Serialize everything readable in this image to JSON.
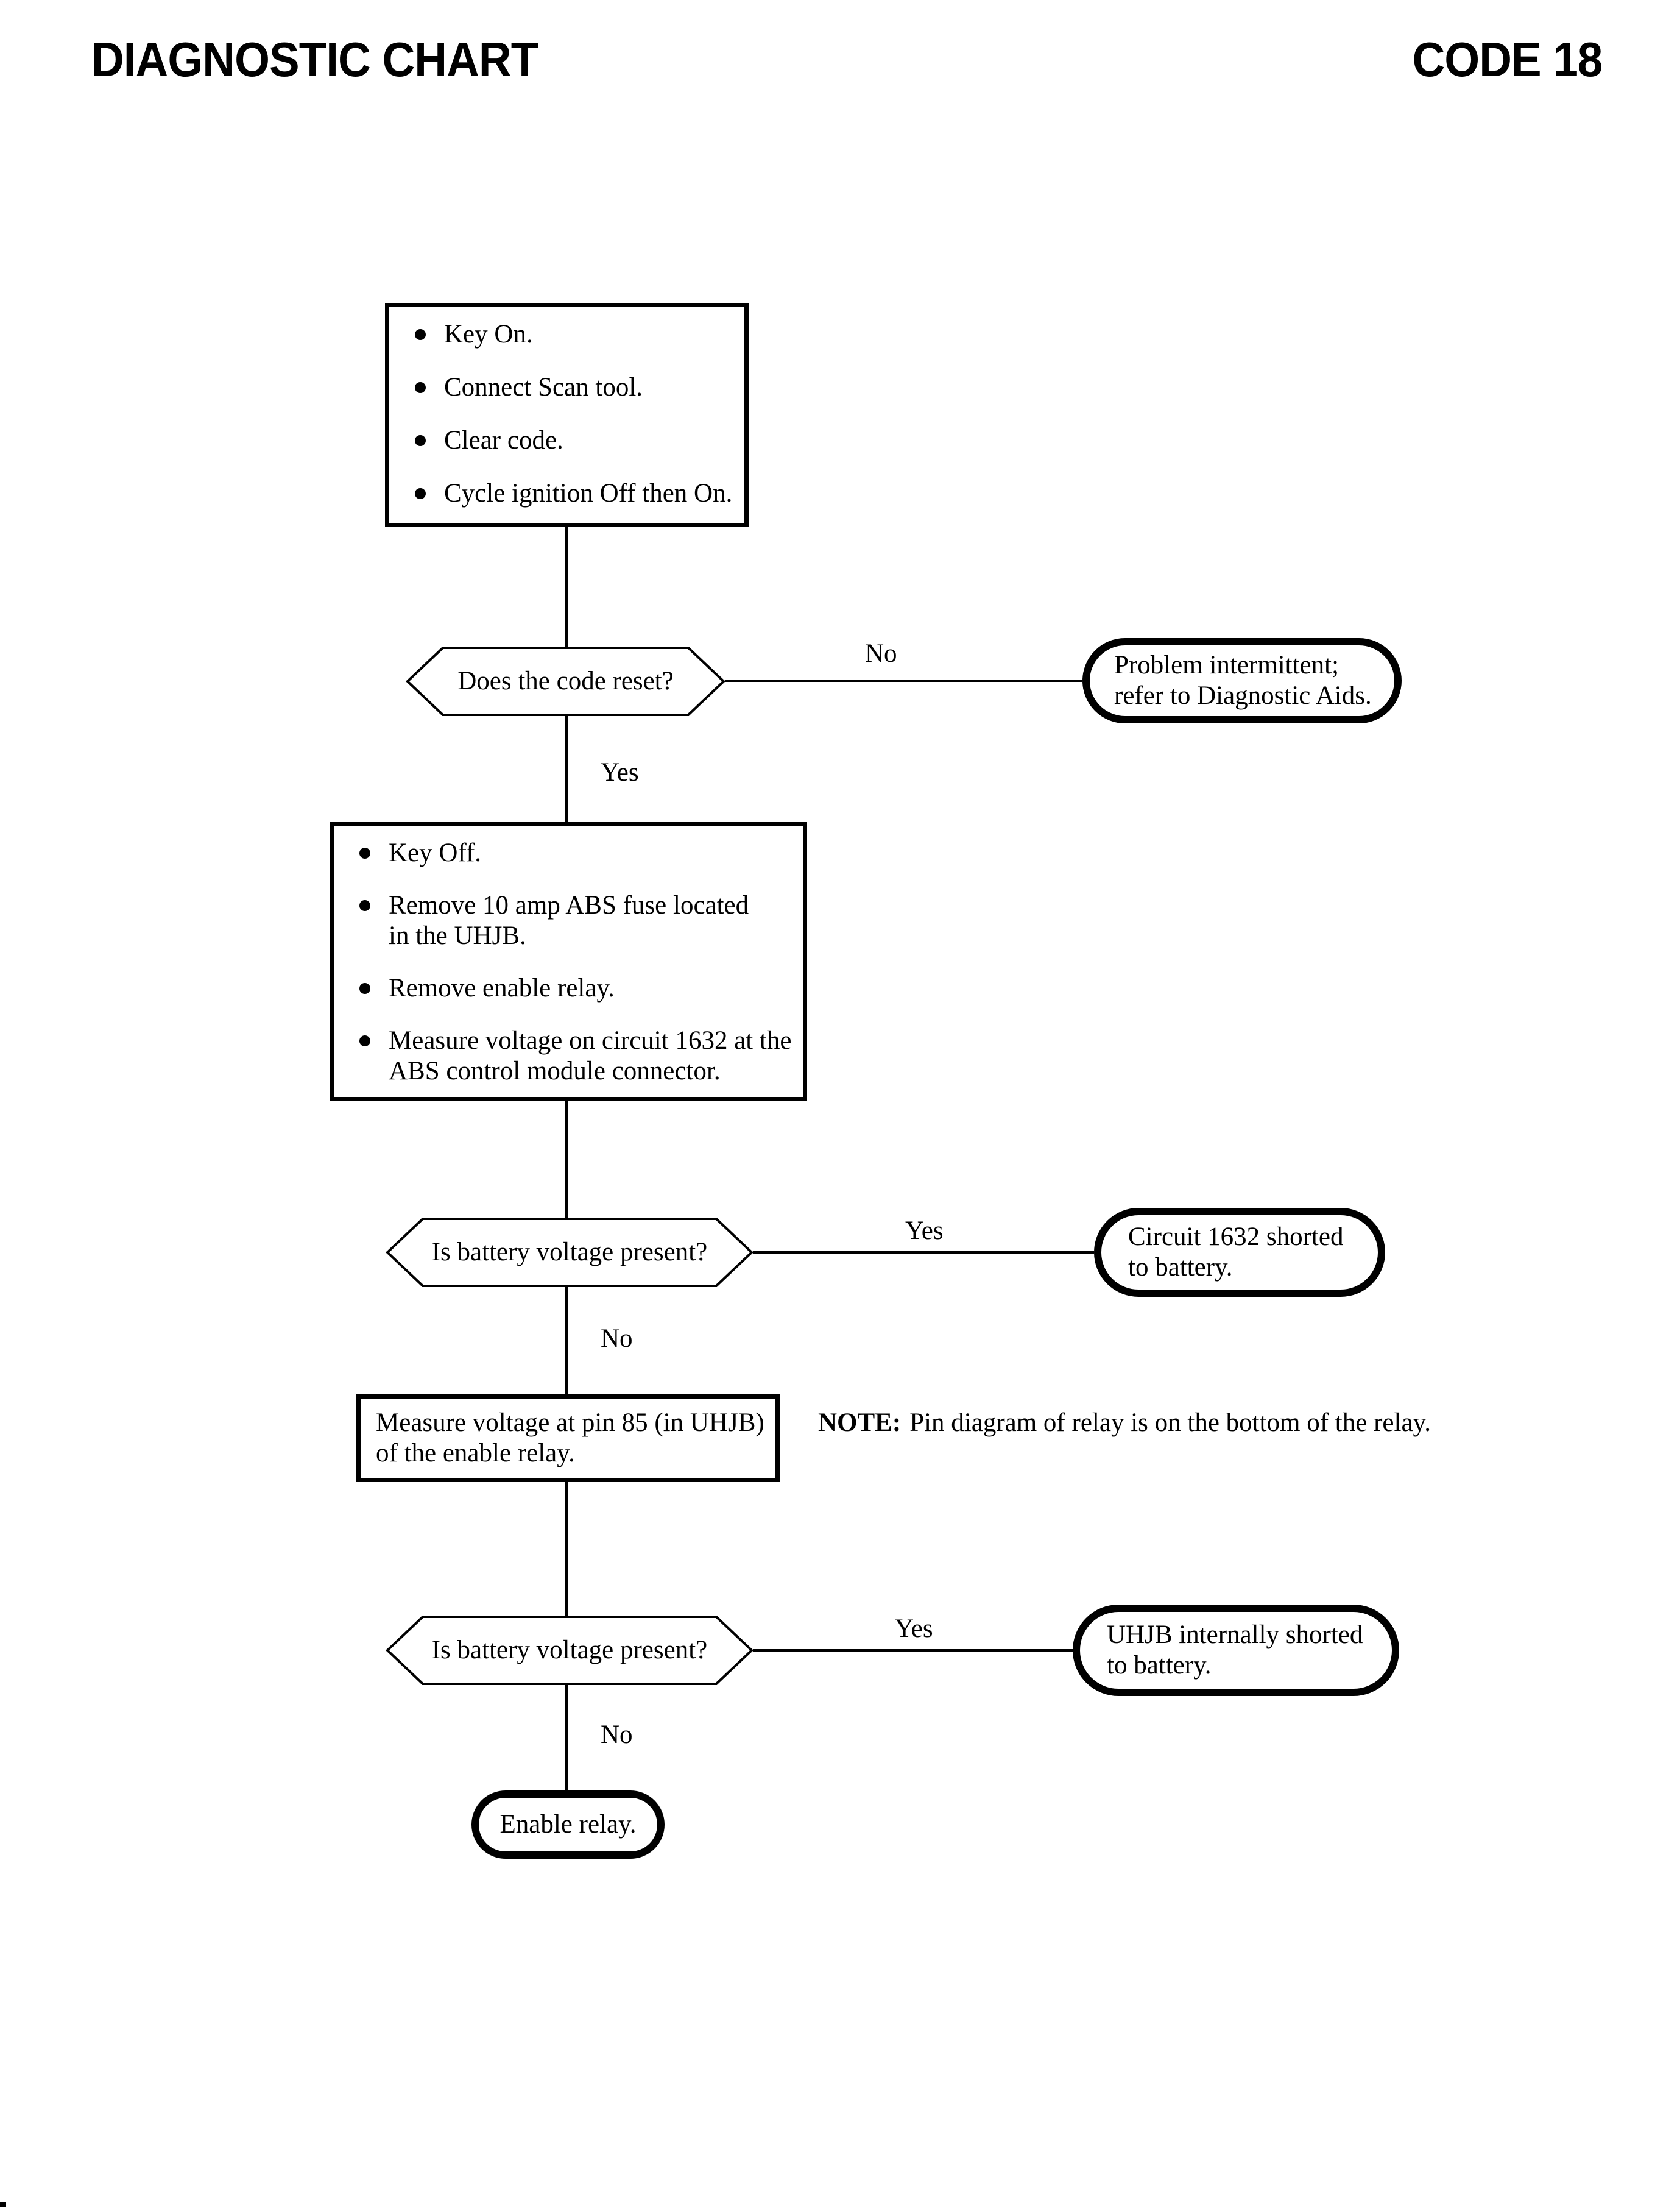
{
  "header": {
    "title": "DIAGNOSTIC CHART",
    "code": "CODE 18"
  },
  "chart": {
    "step1": {
      "items": [
        "Key On.",
        "Connect Scan tool.",
        "Clear code.",
        "Cycle ignition Off then On."
      ]
    },
    "decision1": {
      "question": "Does the code reset?"
    },
    "edge_labels": {
      "decision1_no": "No",
      "decision1_yes": "Yes",
      "decision2_yes": "Yes",
      "decision2_no": "No",
      "decision3_yes": "Yes",
      "decision3_no": "No"
    },
    "result_intermittent": {
      "lines": [
        "Problem intermittent;",
        "refer to Diagnostic Aids."
      ]
    },
    "step2": {
      "items": [
        {
          "lines": [
            "Key Off."
          ]
        },
        {
          "lines": [
            "Remove 10 amp ABS fuse located",
            "in the UHJB."
          ]
        },
        {
          "lines": [
            "Remove enable relay."
          ]
        },
        {
          "lines": [
            "Measure voltage on circuit 1632 at the",
            "ABS control module connector."
          ]
        }
      ]
    },
    "decision2": {
      "question": "Is battery voltage present?"
    },
    "result_circuit": {
      "lines": [
        "Circuit 1632 shorted",
        "to battery."
      ]
    },
    "step3": {
      "lines": [
        "Measure voltage at pin 85 (in UHJB)",
        "of the enable relay."
      ]
    },
    "note": {
      "label": "NOTE:",
      "text": "Pin diagram of relay is on the bottom of the relay."
    },
    "decision3": {
      "question": "Is battery voltage present?"
    },
    "result_uhjb": {
      "lines": [
        "UHJB internally shorted",
        "to battery."
      ]
    },
    "terminal": {
      "label": "Enable relay."
    }
  }
}
